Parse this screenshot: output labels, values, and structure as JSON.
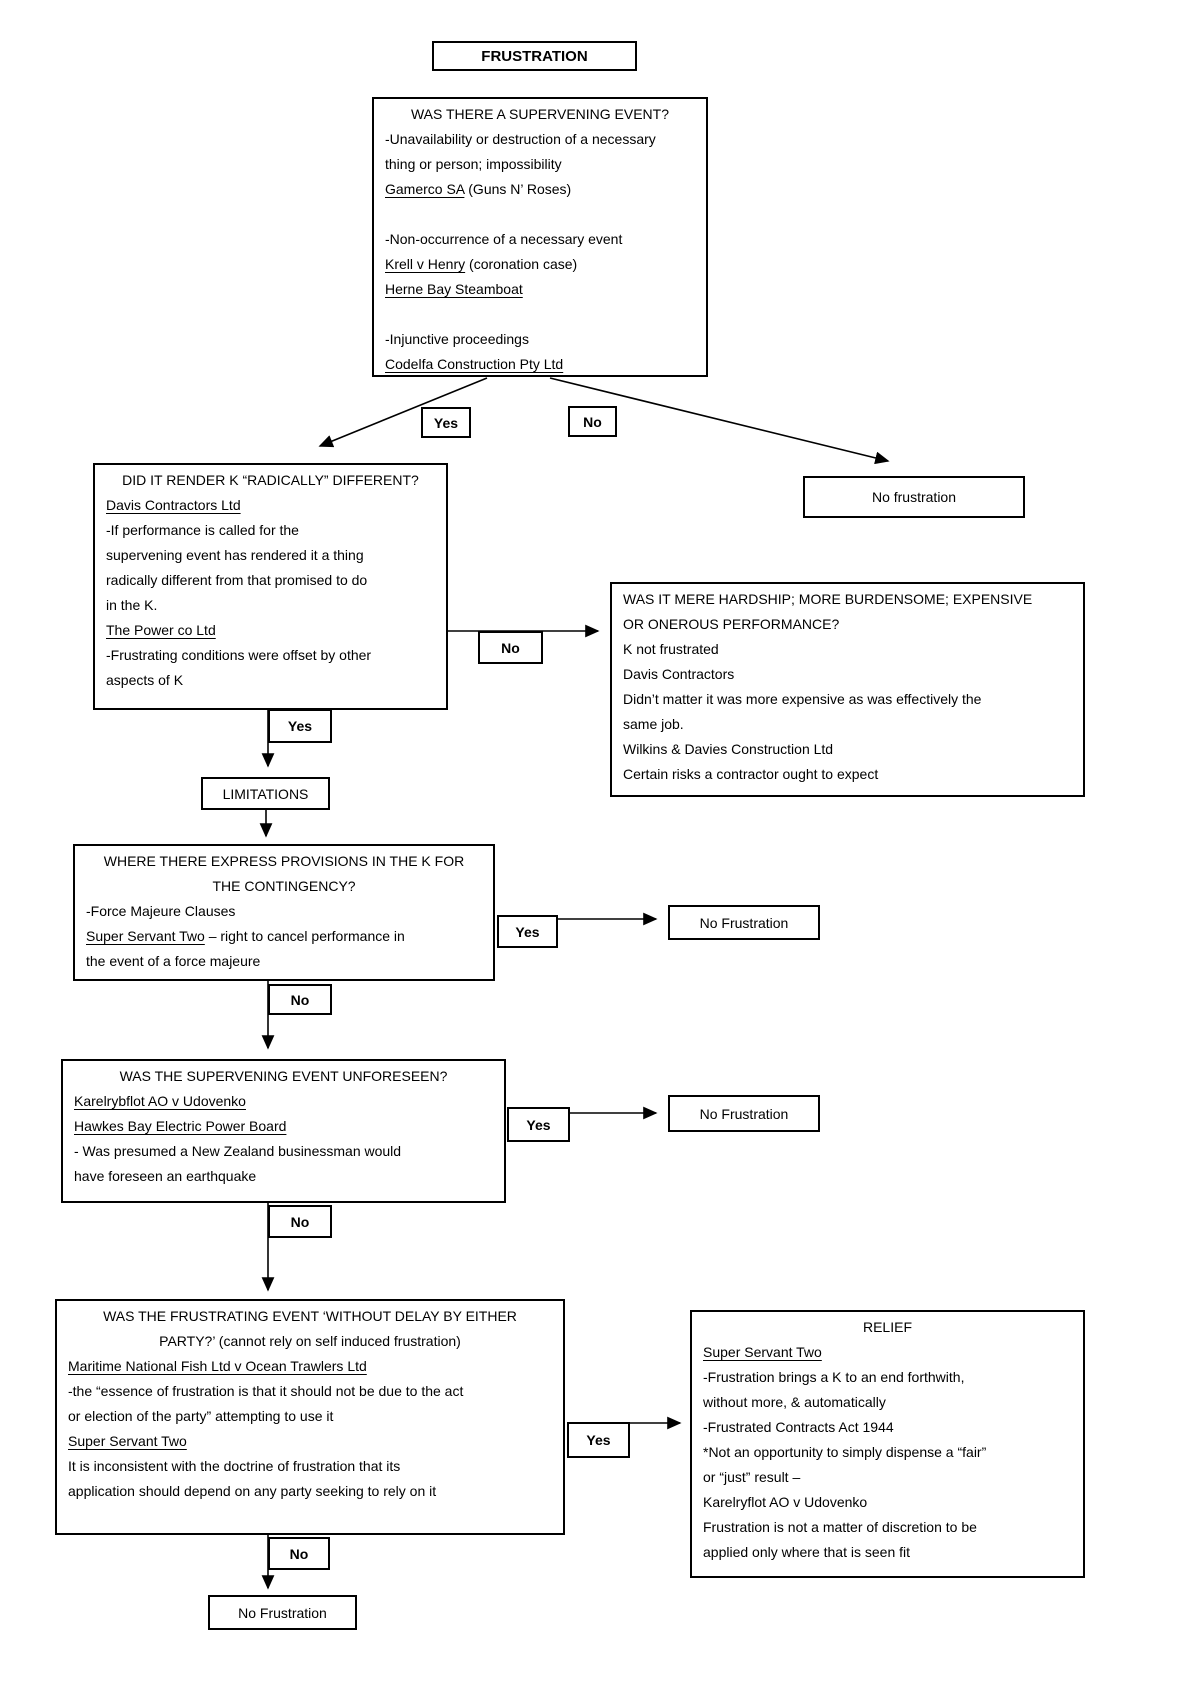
{
  "page": {
    "background": "#ffffff",
    "ink": "#000000"
  },
  "flowchart": {
    "labels": {
      "yes": "Yes",
      "no": "No"
    },
    "nodes": {
      "title": {
        "text": "FRUSTRATION"
      },
      "limitations": {
        "text": "LIMITATIONS"
      },
      "no_frustration_top": {
        "text": "No frustration"
      },
      "no_frustration_provisions": {
        "text": "No Frustration"
      },
      "no_frustration_unforeseen": {
        "text": "No Frustration"
      },
      "no_frustration_bottom": {
        "text": "No Frustration"
      },
      "supervening": {
        "lines": [
          {
            "c": 1,
            "runs": [
              {
                "t": "WAS THERE A SUPERVENING EVENT?"
              }
            ]
          },
          {
            "runs": [
              {
                "t": "-Unavailability or destruction of a necessary"
              }
            ]
          },
          {
            "runs": [
              {
                "t": "thing or person; impossibility"
              }
            ]
          },
          {
            "runs": [
              {
                "t": "Gamerco SA",
                "u": 1
              },
              {
                "t": " (Guns N’ Roses)"
              }
            ]
          },
          {
            "runs": []
          },
          {
            "runs": [
              {
                "t": "-Non-occurrence of a necessary event"
              }
            ]
          },
          {
            "runs": [
              {
                "t": "Krell v Henry",
                "u": 1
              },
              {
                "t": " (coronation case)"
              }
            ]
          },
          {
            "runs": [
              {
                "t": " Herne Bay Steamboat",
                "u": 1
              }
            ]
          },
          {
            "runs": []
          },
          {
            "runs": [
              {
                "t": "-Injunctive proceedings"
              }
            ]
          },
          {
            "runs": [
              {
                "t": "Codelfa Construction Pty Ltd",
                "u": 1
              }
            ]
          }
        ]
      },
      "radically": {
        "lines": [
          {
            "c": 1,
            "runs": [
              {
                "t": "DID IT RENDER K “RADICALLY” DIFFERENT?"
              }
            ]
          },
          {
            "runs": [
              {
                "t": "Davis Contractors Ltd",
                "u": 1
              }
            ]
          },
          {
            "runs": [
              {
                "t": "-If performance is called for the"
              }
            ]
          },
          {
            "runs": [
              {
                "t": "supervening event has rendered it a thing"
              }
            ]
          },
          {
            "runs": [
              {
                "t": "radically different from that promised to do"
              }
            ]
          },
          {
            "runs": [
              {
                "t": "in the K."
              }
            ]
          },
          {
            "runs": [
              {
                "t": "The Power co Ltd",
                "u": 1
              }
            ]
          },
          {
            "runs": [
              {
                "t": "-Frustrating conditions were offset by other"
              }
            ]
          },
          {
            "runs": [
              {
                "t": "aspects of K"
              }
            ]
          }
        ]
      },
      "hardship": {
        "lines": [
          {
            "runs": [
              {
                "t": "WAS IT MERE HARDSHIP; MORE BURDENSOME; EXPENSIVE"
              }
            ]
          },
          {
            "runs": [
              {
                "t": "OR ONEROUS PERFORMANCE?"
              }
            ]
          },
          {
            "runs": [
              {
                "t": " K not frustrated"
              }
            ]
          },
          {
            "runs": [
              {
                "t": "Davis Contractors"
              }
            ]
          },
          {
            "runs": [
              {
                "t": "Didn’t matter it was more expensive as was effectively the"
              }
            ]
          },
          {
            "runs": [
              {
                "t": "same job."
              }
            ]
          },
          {
            "runs": [
              {
                "t": "Wilkins & Davies Construction Ltd"
              }
            ]
          },
          {
            "runs": [
              {
                "t": "Certain risks a contractor ought to expect"
              }
            ]
          }
        ]
      },
      "provisions": {
        "lines": [
          {
            "c": 1,
            "runs": [
              {
                "t": "WHERE THERE EXPRESS PROVISIONS IN THE K FOR"
              }
            ]
          },
          {
            "c": 1,
            "runs": [
              {
                "t": "THE CONTINGENCY?"
              }
            ]
          },
          {
            "runs": [
              {
                "t": "-Force Majeure Clauses"
              }
            ]
          },
          {
            "runs": [
              {
                "t": "Super Servant Two",
                "u": 1
              },
              {
                "t": " – right to cancel performance in"
              }
            ]
          },
          {
            "runs": [
              {
                "t": "the event of a force majeure"
              }
            ]
          }
        ]
      },
      "unforeseen": {
        "lines": [
          {
            "c": 1,
            "runs": [
              {
                "t": "WAS THE SUPERVENING EVENT UNFORESEEN?"
              }
            ]
          },
          {
            "runs": [
              {
                "t": "Karelrybflot AO v Udovenko",
                "u": 1
              }
            ]
          },
          {
            "runs": [
              {
                "t": "Hawkes Bay Electric Power Board",
                "u": 1
              }
            ]
          },
          {
            "runs": [
              {
                "t": "- Was presumed a New Zealand businessman would"
              }
            ]
          },
          {
            "runs": [
              {
                "t": "have foreseen an earthquake"
              }
            ]
          }
        ]
      },
      "without_delay": {
        "lines": [
          {
            "c": 1,
            "runs": [
              {
                "t": "WAS THE FRUSTRATING EVENT ‘WITHOUT DELAY BY EITHER"
              }
            ]
          },
          {
            "c": 1,
            "runs": [
              {
                "t": "PARTY?’  (cannot rely on self induced frustration)"
              }
            ]
          },
          {
            "runs": [
              {
                "t": "Maritime National Fish Ltd v Ocean Trawlers Ltd",
                "u": 1
              }
            ]
          },
          {
            "runs": [
              {
                "t": "-the “essence of frustration is that it should not be due to the act"
              }
            ]
          },
          {
            "runs": [
              {
                "t": "or election of the party” attempting to use it"
              }
            ]
          },
          {
            "runs": [
              {
                "t": "Super Servant Two",
                "u": 1
              }
            ]
          },
          {
            "runs": [
              {
                "t": "It is inconsistent with the doctrine of frustration that its"
              }
            ]
          },
          {
            "runs": [
              {
                "t": "application should depend on any party seeking to rely on it"
              }
            ]
          }
        ]
      },
      "relief": {
        "lines": [
          {
            "c": 1,
            "runs": [
              {
                "t": "RELIEF"
              }
            ]
          },
          {
            "runs": [
              {
                "t": "Super Servant Two",
                "u": 1
              }
            ]
          },
          {
            "runs": [
              {
                "t": "-Frustration brings a K to an end forthwith,"
              }
            ]
          },
          {
            "runs": [
              {
                "t": "without more, & automatically"
              }
            ]
          },
          {
            "runs": [
              {
                "t": "-Frustrated Contracts Act 1944"
              }
            ]
          },
          {
            "runs": [
              {
                "t": "*Not an opportunity to simply dispense a “fair”"
              }
            ]
          },
          {
            "runs": [
              {
                "t": "or “just” result –"
              }
            ]
          },
          {
            "runs": [
              {
                "t": "Karelryflot AO v Udovenko"
              }
            ]
          },
          {
            "runs": [
              {
                "t": "Frustration is not a matter of discretion to be"
              }
            ]
          },
          {
            "runs": [
              {
                "t": "applied only where that is seen fit"
              }
            ]
          }
        ]
      }
    }
  }
}
